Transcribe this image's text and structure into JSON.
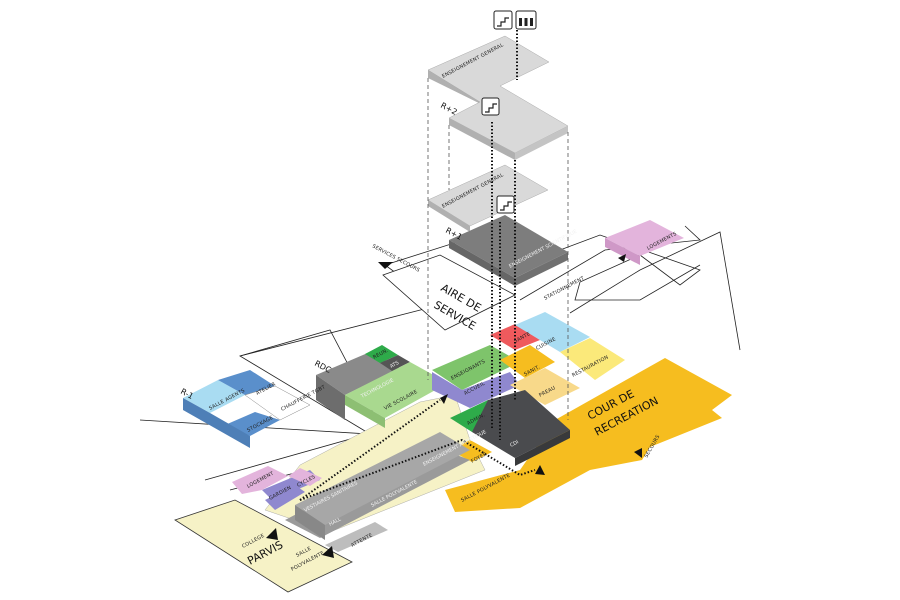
{
  "colors": {
    "slab_light": "#d9d9d9",
    "slab_dark": "#7d7d7d",
    "cdi": "#4a4b4e",
    "green": "#2eab4a",
    "light_green": "#a9d98f",
    "purple": "#8f88cf",
    "red": "#ef5a5d",
    "light_blue": "#a9dcf2",
    "yellow": "#fbe97a",
    "orange": "#f6bd1f",
    "pale_yellow": "#f6f2c6",
    "pink": "#e3b4dc",
    "blue": "#5a8fcb"
  },
  "icons": [
    "stairs-icon",
    "elevator-icon"
  ],
  "levels": {
    "r2": "R+2",
    "r1": "R+1",
    "rdc": "RDC",
    "rm1": "R-1"
  },
  "upper_floors": {
    "r2_general_a": "ENSEIGNEMENT GENERAL",
    "r1_general": "ENSEIGNEMENT GENERAL",
    "r1_scientifique": "ENSEIGNEMENT SCIENTIFIQUE"
  },
  "basement": {
    "salle_agents": "SALLE AGENTS",
    "atelier": "ATELIER",
    "chaufferie": "CHAUFFERIE TGBT",
    "stockage": "STOCKAGE"
  },
  "rdc": {
    "reun": "REUN.",
    "ats": "ATS",
    "technologie": "TECHNOLOGIE",
    "vie_scolaire": "VIE SCOLAIRE",
    "enseignants": "ENSEIGNANTS",
    "sante": "SANTE",
    "cuisine": "CUISINE",
    "accueil": "ACCUEIL",
    "sanit": "SANIT.",
    "restauration": "RESTAURATION",
    "preau": "PREAU",
    "admin": "ADMIN.",
    "cdi": "CDI",
    "foyer": "FOYER",
    "ens_artistique": "ENSEIGNEMENT ARTISTIQUE",
    "salle_polyvalente": "SALLE POLYVALENTE",
    "vestiaires": "VESTIAIRES SANITAIRES",
    "hall": "HALL",
    "logement": "LOGEMENT",
    "gardien": "GARDIEN",
    "cycles": "CYCLES",
    "attente": "ATTENTE",
    "salle_polyvalente_access": "SALLE POLYVALENTE"
  },
  "outside": {
    "services_secours": "SERVICES SECOURS",
    "aire_de_service_1": "AIRE DE",
    "aire_de_service_2": "SERVICE",
    "stationnement": "STATIONNEMENT",
    "logements": "LOGEMENTS",
    "cour_1": "COUR DE",
    "cour_2": "RECREATION",
    "secours": "SECOURS",
    "college": "COLLEGE",
    "parvis": "PARVIS",
    "salle_polyvalente_1": "SALLE",
    "salle_polyvalente_2": "POLYVALENTE"
  }
}
